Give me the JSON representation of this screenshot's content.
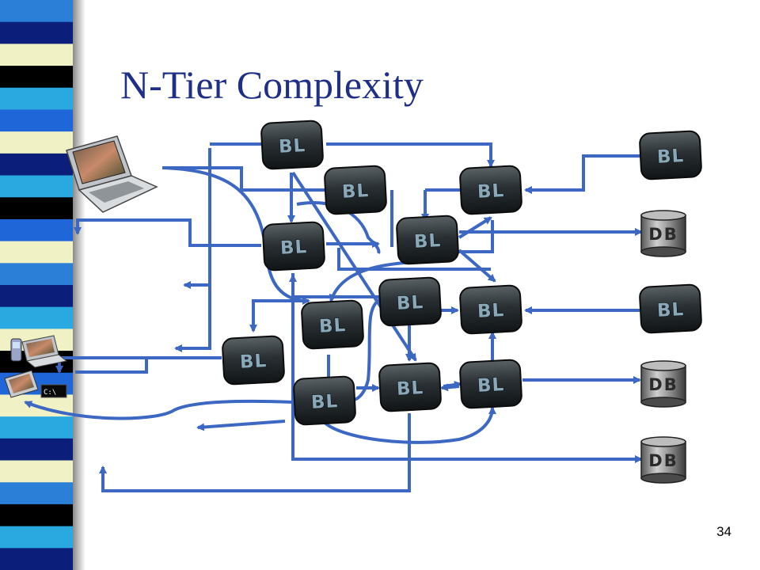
{
  "slide": {
    "title": "N-Tier Complexity",
    "page_number": "34"
  },
  "stripe_colors": [
    "#2b7fd6",
    "#0b1f7a",
    "#f1f1c6",
    "#000000",
    "#2aa8e0",
    "#1f66d9",
    "#f1f1c6",
    "#0b1f7a",
    "#2aa8e0",
    "#000000",
    "#1f66d9",
    "#f1f1c6",
    "#2b7fd6",
    "#0b1f7a",
    "#2aa8e0",
    "#f1f1c6",
    "#000000",
    "#1f66d9",
    "#f1f1c6",
    "#2aa8e0",
    "#0b1f7a",
    "#f1f1c6",
    "#2b7fd6",
    "#000000",
    "#2aa8e0",
    "#0b1f7a"
  ],
  "diagram": {
    "wire_color": "#3c67c2",
    "bl_label": "BL",
    "db_label": "DB",
    "bl_nodes": [
      "bl-1",
      "bl-2",
      "bl-3",
      "bl-4",
      "bl-5",
      "bl-6",
      "bl-7",
      "bl-8",
      "bl-9",
      "bl-10",
      "bl-11",
      "bl-12",
      "bl-13",
      "bl-14"
    ],
    "db_nodes": [
      "db-1",
      "db-2",
      "db-3"
    ],
    "clients": [
      "laptop-icon",
      "phone-icon",
      "small-laptop-icon",
      "tablet-icon",
      "terminal-icon"
    ],
    "terminal_text": "C:\\"
  }
}
